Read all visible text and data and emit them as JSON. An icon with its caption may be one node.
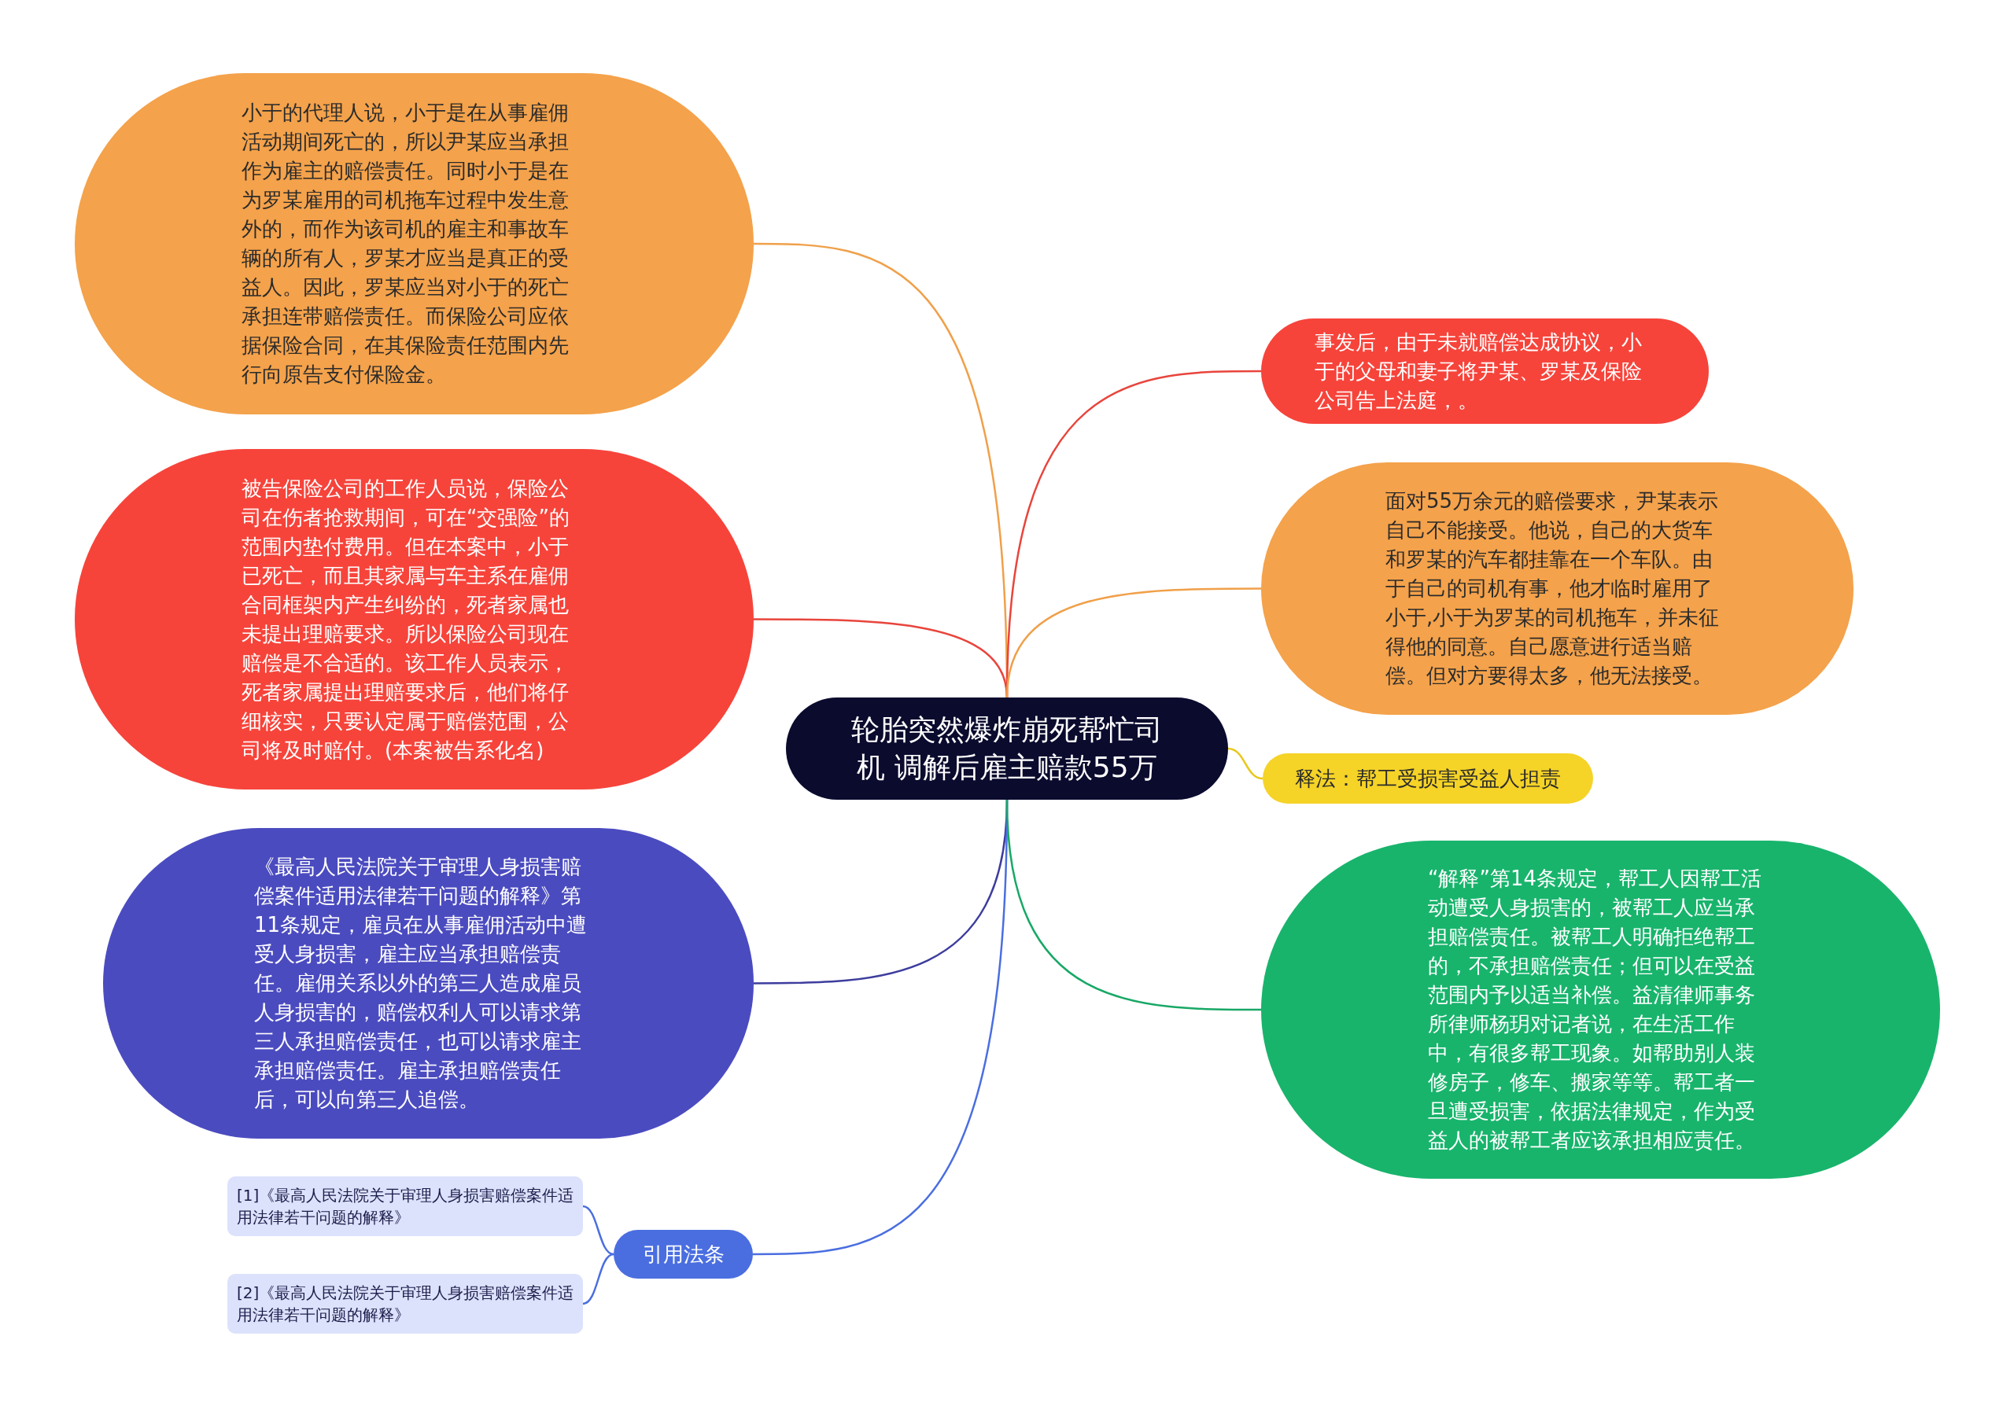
{
  "diagram": {
    "nodes": [
      {
        "text": [
          "轮胎突然爆炸崩死帮忙司机 调解后雇主赔款55万"
        ]
      },
      {
        "text": [
          "小于的代理人说，小于是在从事雇佣活动期间死亡的，所以尹某应当承担作为雇主的赔偿责任。同时小于是在为罗某雇用的司机拖车过程中发生意外的，而作为该司机的雇主和事故车辆的所有人，罗某才应当是真正的受益人。因此，罗某应当对小于的死亡承担连带赔偿责任。而保险公司应依据保险合同，在其保险责任范围内先行向原告支付保险金。"
        ]
      },
      {
        "text": [
          "被告保险公司的工作人员说，保险公司在伤者抢救期间，可在“交强险”的范围内垫付费用。但在本案中，小于已死亡，而且其家属与车主系在雇佣合同框架内产生纠纷的，死者家属也未提出理赔要求。所以保险公司现在赔偿是不合适的。该工作人员表示，死者家属提出理赔要求后，他们将仔细核实，只要认定属于赔偿范围，公司将及时赔付。(本案被告系化名)"
        ]
      },
      {
        "text": [
          "《最高人民法院关于审理人身损害赔偿案件适用法律若干问题的解释》第11条规定，雇员在从事雇佣活动中遭受人身损害，雇主应当承担赔偿责任。雇佣关系以外的第三人造成雇员人身损害的，赔偿权利人可以请求第三人承担赔偿责任，也可以请求雇主承担赔偿责任。雇主承担赔偿责任后，可以向第三人追偿。"
        ]
      },
      {
        "text": [
          "引用法条"
        ]
      },
      {
        "text": [
          "[1]《最高人民法院关于审理人身损害赔偿案件适用法律若干问题的解释》"
        ]
      },
      {
        "text": [
          "[2]《最高人民法院关于审理人身损害赔偿案件适用法律若干问题的解释》"
        ]
      },
      {
        "text": [
          "事发后，由于未就赔偿达成协议，小于的父母和妻子将尹某、罗某及保险公司告上法庭，。"
        ]
      },
      {
        "text": [
          "面对55万余元的赔偿要求，尹某表示自己不能接受。他说，自己的大货车和罗某的汽车都挂靠在一个车队。由于自己的司机有事，他才临时雇用了小于,小于为罗某的司机拖车，并未征得他的同意。自己愿意进行适当赔偿。但对方要得太多，他无法接受。"
        ]
      },
      {
        "text": [
          "释法：帮工受损害受益人担责"
        ]
      },
      {
        "text": [
          "“解释”第14条规定，帮工人因帮工活动遭受人身损害的，被帮工人应当承担赔偿责任。被帮工人明确拒绝帮工的，不承担赔偿责任；但可以在受益范围内予以适当补偿。益清律师事务所律师杨玥对记者说，在生活工作中，有很多帮工现象。如帮助别人装修房子，修车、搬家等等。帮工者一旦遭受损害，依据法律规定，作为受益人的被帮工者应该承担相应责任。"
        ]
      }
    ],
    "edges": [
      {
        "from": 0,
        "to": 1,
        "arrow": "none",
        "color": "#f0a04a"
      },
      {
        "from": 0,
        "to": 2,
        "arrow": "none",
        "color": "#e8453c"
      },
      {
        "from": 0,
        "to": 3,
        "arrow": "none",
        "color": "#3d3d9e"
      },
      {
        "from": 0,
        "to": 4,
        "arrow": "none",
        "color": "#4a6ee0"
      },
      {
        "from": 4,
        "to": 5,
        "arrow": "none",
        "color": "#4a6ee0"
      },
      {
        "from": 4,
        "to": 6,
        "arrow": "none",
        "color": "#4a6ee0"
      },
      {
        "from": 0,
        "to": 7,
        "arrow": "none",
        "color": "#e8453c"
      },
      {
        "from": 0,
        "to": 8,
        "arrow": "none",
        "color": "#f0a04a"
      },
      {
        "from": 0,
        "to": 9,
        "arrow": "none",
        "color": "#e8c81e"
      },
      {
        "from": 0,
        "to": 10,
        "arrow": "none",
        "color": "#18a866"
      }
    ]
  }
}
